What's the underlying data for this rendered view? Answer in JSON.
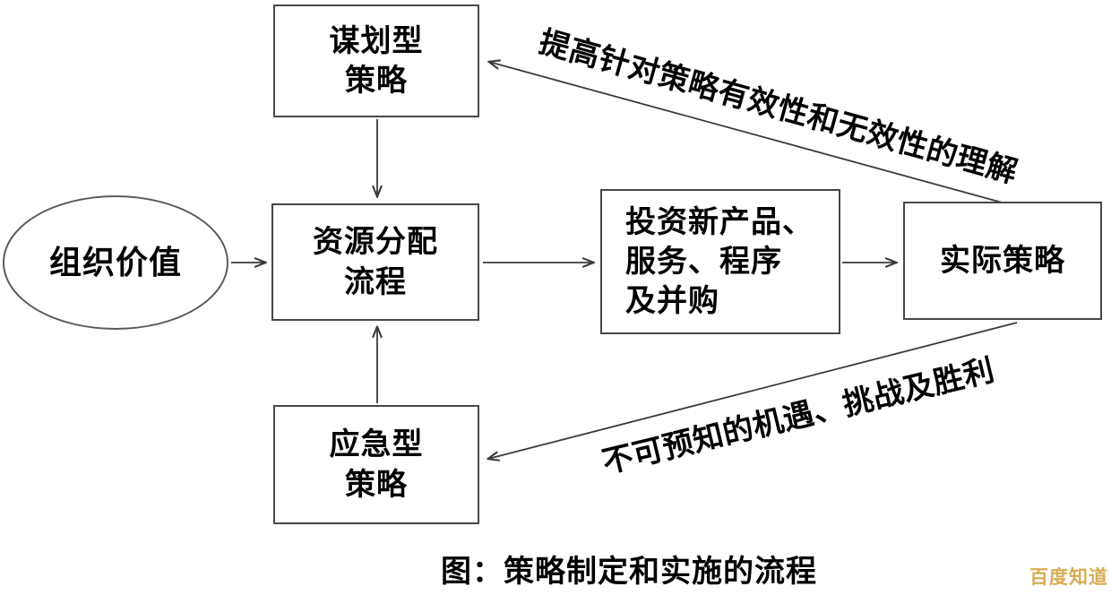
{
  "diagram": {
    "nodes": {
      "org_values": {
        "label": "组织价值"
      },
      "planned_strategy": {
        "label": "谋划型\n策略"
      },
      "resource_allocation": {
        "label": "资源分配\n流程"
      },
      "investment": {
        "label": "投资新产品、\n服务、程序\n及并购"
      },
      "actual_strategy": {
        "label": "实际策略"
      },
      "emergent_strategy": {
        "label": "应急型\n策略"
      }
    },
    "edge_labels": {
      "feedback_top": "提高针对策略有效性和无效性的理解",
      "feedback_bottom": "不可预知的机遇、挑战及胜利"
    },
    "caption": "图：策略制定和实施的流程",
    "watermark": "百度知道",
    "colors": {
      "line": "#3a3a3a",
      "text": "#000000",
      "background": "#ffffff",
      "watermark": "#d8ac55"
    }
  }
}
